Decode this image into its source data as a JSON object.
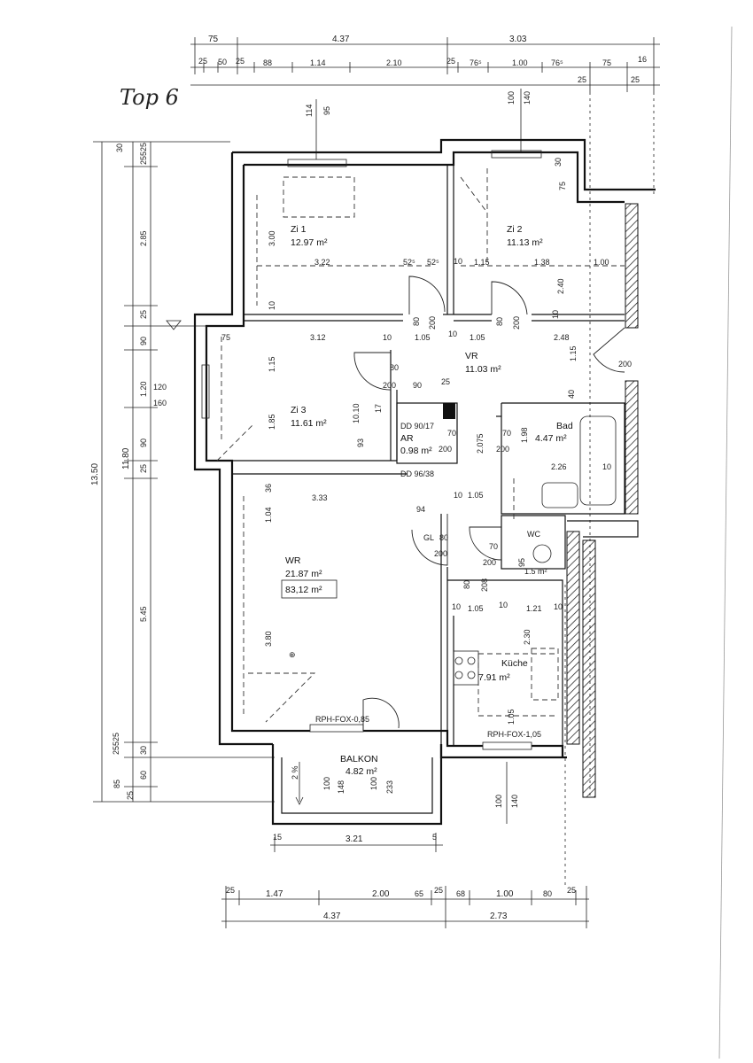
{
  "title": "Top 6",
  "dims_top_row1": [
    "75",
    "4.37",
    "3.03"
  ],
  "dims_top_row2": [
    "25",
    "50",
    "25",
    "88",
    "1.14",
    "2.10",
    "25",
    "76⁵",
    "1.00",
    "76⁵",
    "75",
    "16"
  ],
  "dims_top_row3": [
    "25",
    "25"
  ],
  "dims_left_outer": [
    "13.50"
  ],
  "dims_left_mid": [
    "11.80"
  ],
  "dims_left_inner": [
    "30",
    "2.85",
    "25",
    "90",
    "1.20",
    "90",
    "25",
    "5.45",
    "30",
    "60",
    "25",
    "85"
  ],
  "dims_left_small": [
    "25525",
    "25525",
    "120",
    "160"
  ],
  "dims_bottom_row1": [
    "15",
    "3.21",
    "5"
  ],
  "dims_bottom_row2": [
    "25",
    "1.47",
    "2.00",
    "65",
    "25",
    "68",
    "1.00",
    "80",
    "25"
  ],
  "dims_bottom_row3": [
    "4.37",
    "2.73"
  ],
  "window_top_zi1": [
    "114",
    "95"
  ],
  "window_top_zi2": [
    "100",
    "140"
  ],
  "window_bottom_kueche": [
    "100",
    "140"
  ],
  "rooms": {
    "zi1": {
      "name": "Zi 1",
      "area": "12.97  m²"
    },
    "zi2": {
      "name": "Zi 2",
      "area": "11.13  m²"
    },
    "zi3": {
      "name": "Zi 3",
      "area": "11.61  m²"
    },
    "vr": {
      "name": "VR",
      "area": "11.03  m²"
    },
    "wr": {
      "name": "WR",
      "area": "21.87  m²",
      "total": "83,12  m²"
    },
    "ar": {
      "name": "AR",
      "area": "0.98  m²"
    },
    "bad": {
      "name": "Bad",
      "area": "4.47  m²"
    },
    "wc": {
      "name": "WC",
      "area": "1.5 m²"
    },
    "kueche": {
      "name": "Küche",
      "area": "7.91  m²"
    },
    "balkon": {
      "name": "BALKON",
      "area": "4.82  m²"
    }
  },
  "interior_dims": {
    "zi1_h": "3.00",
    "zi1_w": "3.22",
    "zi1_a": "52⁵",
    "zi1_b": "52⁵",
    "zi1_c": "10",
    "zi2_w": "1.15",
    "zi2_w2": "1.38",
    "zi2_w3": "1.00",
    "zi2_h": "2.40",
    "zi2_t": "30",
    "zi2_t2": "75",
    "zi3_a": "75",
    "zi3_b": "3.12",
    "zi3_h": "1.15",
    "zi3_h2": "1.85",
    "zi3_c": "10.10",
    "zi3_d": "17",
    "zi3_e": "93",
    "vr_a": "10",
    "vr_b": "1.05",
    "vr_c": "10",
    "vr_d": "1.05",
    "vr_e": "2.48",
    "vr_f": "1.15",
    "vr_g": "40",
    "vr_h": "200",
    "door1": "80",
    "door1h": "200",
    "door2": "90",
    "door3": "25",
    "door_zi1": "80",
    "door_zi1h": "200",
    "door_zi2": "80",
    "door_zi2h": "200",
    "ar_a": "70",
    "ar_b": "200",
    "ar_c": "2.075",
    "ar_code": "DD 90/17",
    "bad_a": "70",
    "bad_b": "200",
    "bad_c": "1.98",
    "bad_d": "2.26",
    "bad_e": "10",
    "wr_a": "3.33",
    "wr_b": "36",
    "wr_c": "1.04",
    "wr_d": "3.80",
    "wr_e": "94",
    "wr_f": "10",
    "wr_g": "1.05",
    "wr_code": "DD 96/38",
    "gl_a": "GL",
    "gl_b": "80",
    "gl_c": "200",
    "gl_d": "80",
    "gl_e": "208",
    "wc_a": "70",
    "wc_b": "200",
    "wc_c": "95",
    "k_a": "10",
    "k_b": "1.05",
    "k_c": "10",
    "k_d": "1.21",
    "k_e": "10",
    "k_f": "2.30",
    "k_g": "1.05",
    "balkon_a": "2 %",
    "balkon_b": "100",
    "balkon_c": "148",
    "balkon_d": "100",
    "balkon_e": "233",
    "wr_window": "RPH-FOX-0,85",
    "k_window": "RPH-FOX-1,05"
  }
}
